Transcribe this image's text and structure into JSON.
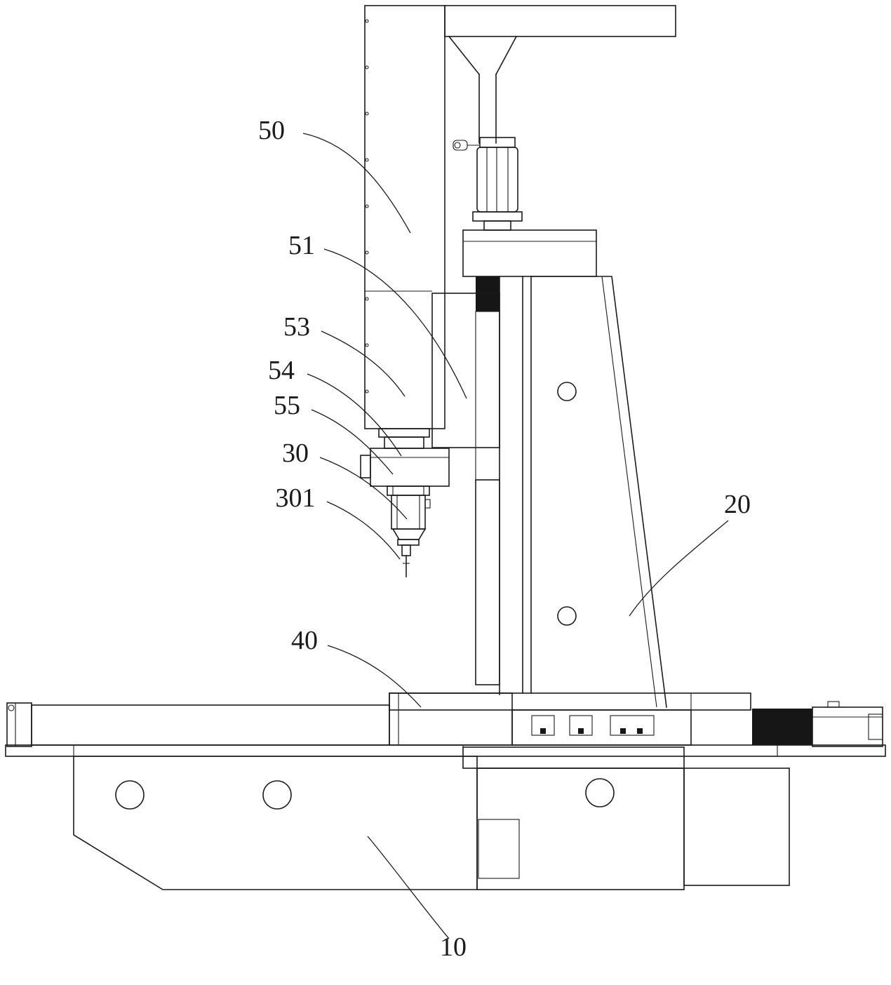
{
  "colors": {
    "ink": "#1b1b1b",
    "background": "#ffffff"
  },
  "labels": [
    {
      "id": "50",
      "text": "50"
    },
    {
      "id": "51",
      "text": "51"
    },
    {
      "id": "53",
      "text": "53"
    },
    {
      "id": "54",
      "text": "54"
    },
    {
      "id": "55",
      "text": "55"
    },
    {
      "id": "30",
      "text": "30"
    },
    {
      "id": "301",
      "text": "301"
    },
    {
      "id": "20",
      "text": "20"
    },
    {
      "id": "40",
      "text": "40"
    },
    {
      "id": "10",
      "text": "10"
    }
  ]
}
